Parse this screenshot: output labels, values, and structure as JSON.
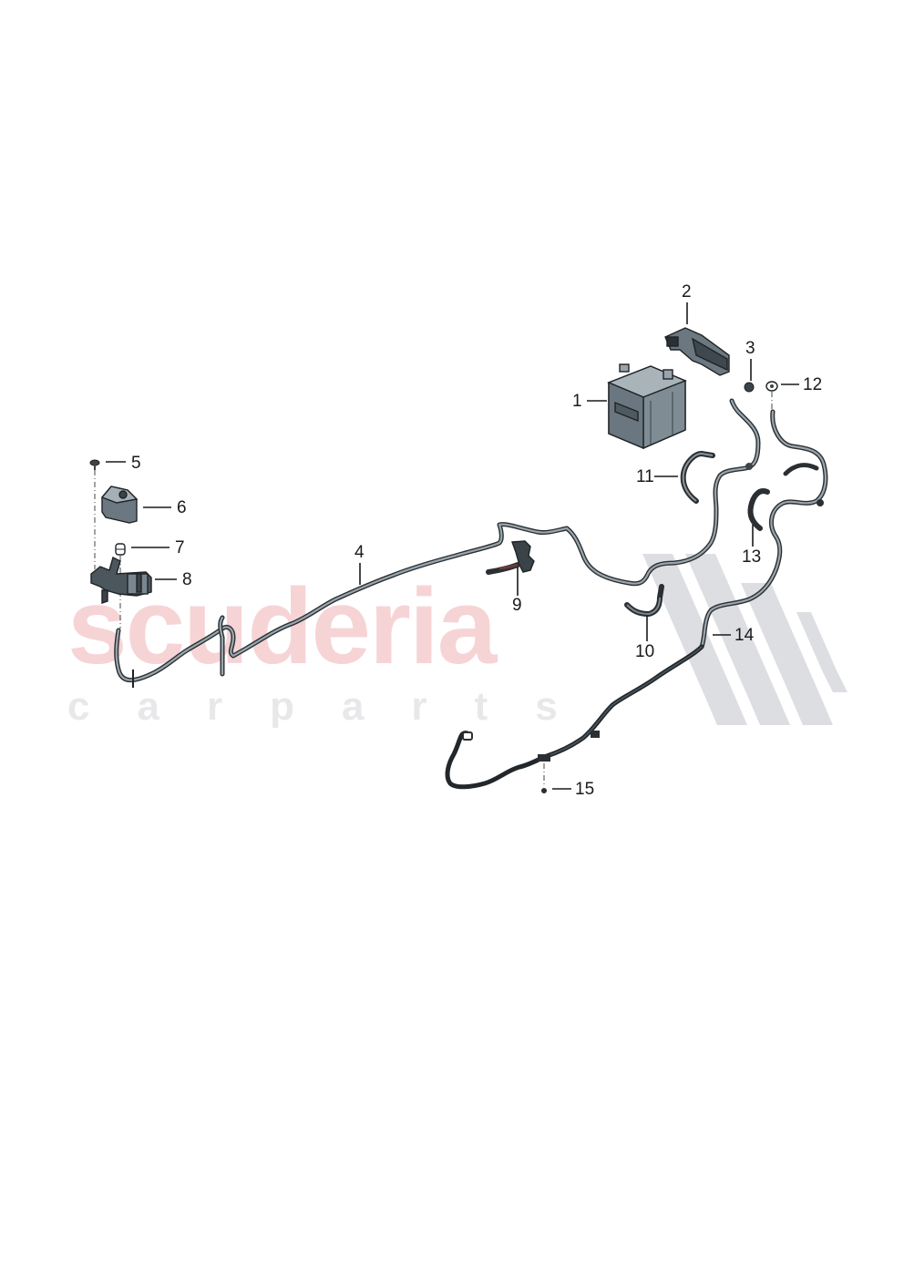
{
  "diagram": {
    "type": "exploded-parts-diagram",
    "watermark": {
      "brand": "scuderia",
      "tagline": "c a r   p a r t s",
      "brand_color": "#f6d4d6",
      "tagline_color": "#e8e8ea",
      "checker_color": "#d8d9de"
    },
    "callouts": [
      {
        "id": "1",
        "label": "1",
        "part": "battery"
      },
      {
        "id": "2",
        "label": "2",
        "part": "terminal-cover"
      },
      {
        "id": "3",
        "label": "3",
        "part": "nut"
      },
      {
        "id": "4",
        "label": "4",
        "part": "battery-cable-long"
      },
      {
        "id": "5",
        "label": "5",
        "part": "screw"
      },
      {
        "id": "6",
        "label": "6",
        "part": "cover-cap"
      },
      {
        "id": "7",
        "label": "7",
        "part": "nut-small"
      },
      {
        "id": "8",
        "label": "8",
        "part": "bracket"
      },
      {
        "id": "9",
        "label": "9",
        "part": "cable-holder"
      },
      {
        "id": "10",
        "label": "10",
        "part": "cable-holder"
      },
      {
        "id": "11",
        "label": "11",
        "part": "cable-holder"
      },
      {
        "id": "12",
        "label": "12",
        "part": "nut"
      },
      {
        "id": "13",
        "label": "13",
        "part": "cable-holder"
      },
      {
        "id": "14",
        "label": "14",
        "part": "ground-cable"
      },
      {
        "id": "15",
        "label": "15",
        "part": "screw"
      }
    ]
  }
}
